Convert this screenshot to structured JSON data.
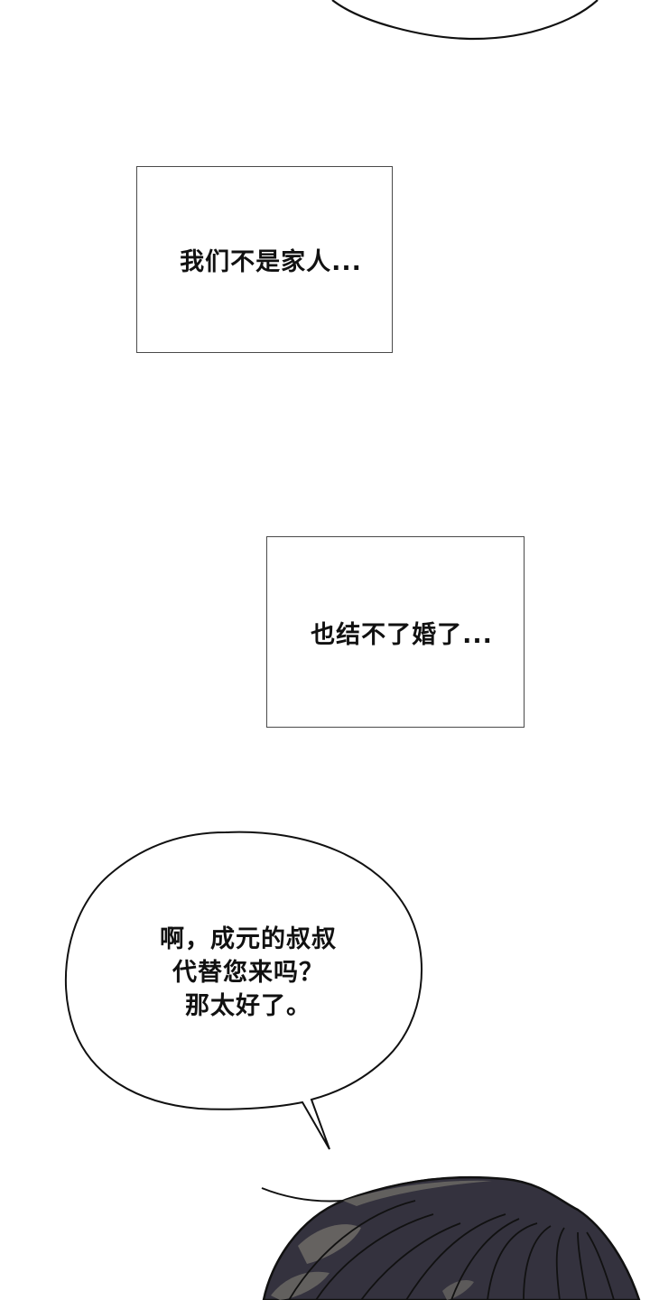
{
  "panels": {
    "top_bubble": {
      "type": "speech-bubble-fragment",
      "text": ""
    },
    "caption_1": {
      "type": "narration-box",
      "text": "我们不是家人..."
    },
    "caption_2": {
      "type": "narration-box",
      "text": "也结不了婚了..."
    },
    "speech_bubble": {
      "type": "speech-bubble",
      "lines": [
        "啊，成元的叔叔",
        "代替您来吗？",
        "那太好了。"
      ]
    },
    "character": {
      "type": "character-hair-partial",
      "description": "dark-haired character head (top of head visible)"
    }
  },
  "colors": {
    "background": "#ffffff",
    "line": "#111111",
    "box_border": "#4a4a4a",
    "hair_base": "#34323e",
    "hair_highlight": "#6e6b66"
  }
}
